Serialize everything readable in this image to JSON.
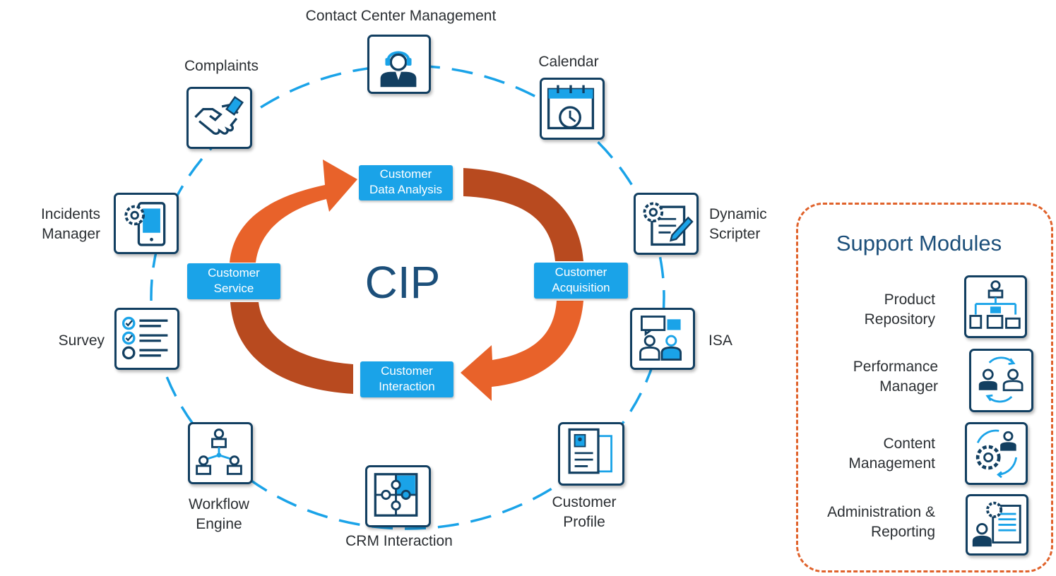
{
  "center_label": "CIP",
  "modules": {
    "contact_center": "Contact Center Management",
    "calendar": "Calendar",
    "complaints": "Complaints",
    "incidents": [
      "Incidents",
      "Manager"
    ],
    "dynamic_scripter": [
      "Dynamic",
      "Scripter"
    ],
    "survey": "Survey",
    "isa": "ISA",
    "workflow": [
      "Workflow",
      "Engine"
    ],
    "customer_profile": [
      "Customer",
      "Profile"
    ],
    "crm": "CRM Interaction"
  },
  "cycle": {
    "data_analysis": [
      "Customer",
      "Data Analysis"
    ],
    "service": [
      "Customer",
      "Service"
    ],
    "acquisition": [
      "Customer",
      "Acquisition"
    ],
    "interaction": [
      "Customer",
      "Interaction"
    ]
  },
  "support": {
    "title": "Support Modules",
    "product": [
      "Product",
      "Repository"
    ],
    "performance": [
      "Performance",
      "Manager"
    ],
    "content": [
      "Content",
      "Management"
    ],
    "admin": [
      "Administration &",
      "Reporting"
    ]
  },
  "colors": {
    "ring": "#1aa3e8",
    "tile_border": "#123f61",
    "badge": "#1aa3e8",
    "arrow_light": "#e8622a",
    "arrow_dark": "#b84a1f",
    "support_border": "#e0622b",
    "title_blue": "#1c4f7a"
  }
}
